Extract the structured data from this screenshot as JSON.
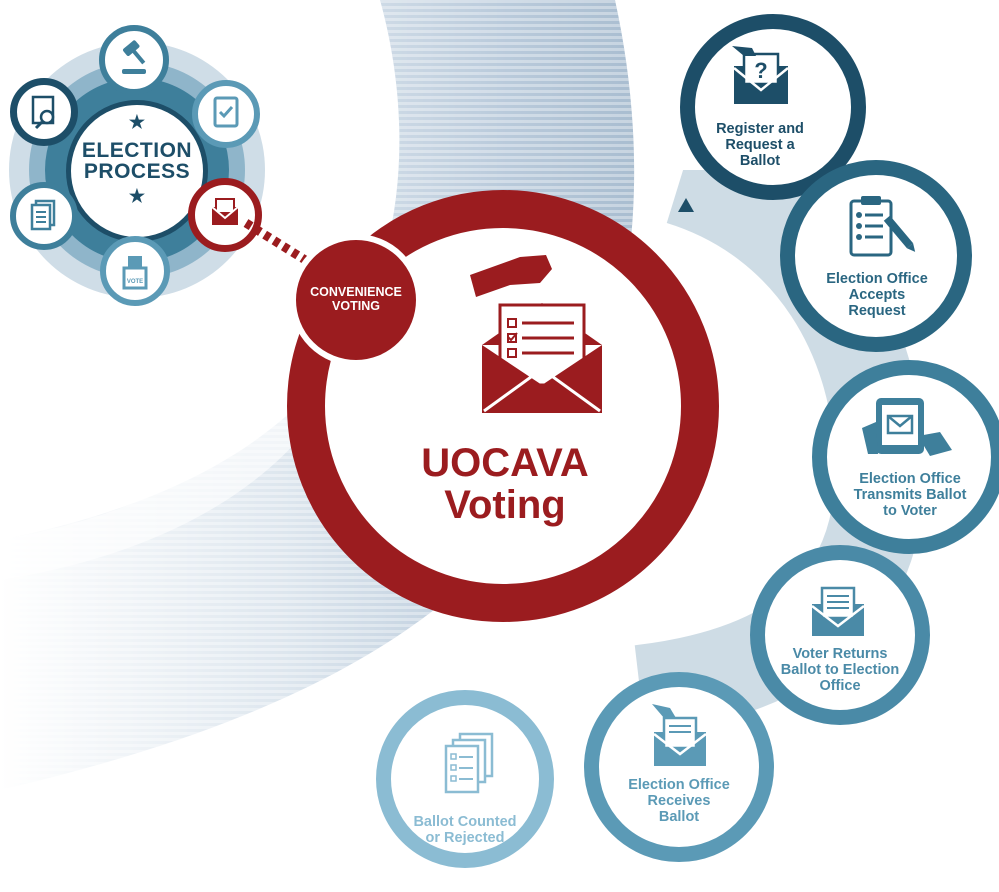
{
  "colors": {
    "red": "#9b1c1f",
    "navy": "#1d4e68",
    "teal_dark": "#2a6681",
    "teal_mid": "#3e7f9b",
    "teal_light": "#5b9ab6",
    "teal_pale": "#8bbcd3"
  },
  "hub": {
    "title_line1": "ELECTION",
    "title_line2": "PROCESS",
    "icons": [
      "gavel-icon",
      "clipboard-check-icon",
      "mail-ballot-icon",
      "ballot-box-icon",
      "document-list-icon",
      "document-search-icon"
    ]
  },
  "convenience": {
    "line1": "CONVENIENCE",
    "line2": "VOTING"
  },
  "main": {
    "line1": "UOCAVA",
    "line2": "Voting",
    "icon": "envelope-ballot-icon"
  },
  "steps": [
    {
      "lines": [
        "Register and",
        "Request a",
        "Ballot"
      ],
      "icon": "envelope-question-icon"
    },
    {
      "lines": [
        "Election Office",
        "Accepts",
        "Request"
      ],
      "icon": "clipboard-pencil-icon"
    },
    {
      "lines": [
        "Election Office",
        "Transmits Ballot",
        "to Voter"
      ],
      "icon": "tablet-mail-icon"
    },
    {
      "lines": [
        "Voter Returns",
        "Ballot to Election",
        "Office"
      ],
      "icon": "envelope-letter-icon"
    },
    {
      "lines": [
        "Election Office",
        "Receives",
        "Ballot"
      ],
      "icon": "envelope-hand-icon"
    },
    {
      "lines": [
        "Ballot Counted",
        "or Rejected"
      ],
      "icon": "ballot-stack-icon"
    }
  ]
}
